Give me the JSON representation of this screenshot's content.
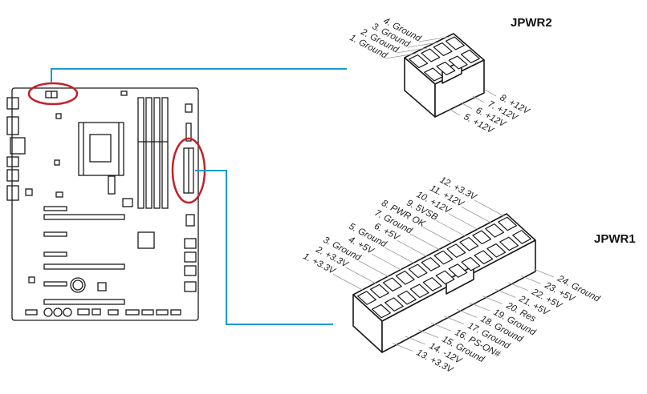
{
  "connectors": {
    "jpwr2": {
      "name": "JPWR2",
      "left_pins": [
        "4. Ground",
        "3. Ground",
        "2. Ground",
        "1. Ground"
      ],
      "right_pins": [
        "8. +12V",
        "7. +12V",
        "6. +12V",
        "5. +12V"
      ]
    },
    "jpwr1": {
      "name": "JPWR1",
      "left_pins": [
        "12. +3.3V",
        "11. +12V",
        "10. +12V",
        "9. 5VSB",
        "8. PWR OK",
        "7. Ground",
        "6. +5V",
        "5. Ground",
        "4. +5V",
        "3. Ground",
        "2. +3.3V",
        "1. +3.3V"
      ],
      "right_pins": [
        "24. Ground",
        "23. +5V",
        "22. +5V",
        "21. +5V",
        "20. Res",
        "19. Ground",
        "18. Ground",
        "17. Ground",
        "16. PS-ON#",
        "15. Ground",
        "14. -12V",
        "13. +3.3V"
      ]
    }
  },
  "colors": {
    "leader_line": "#1b9ad6",
    "highlight_circle": "#c0202a",
    "outline": "#1a1a1a",
    "pin_leader": "#999999"
  }
}
